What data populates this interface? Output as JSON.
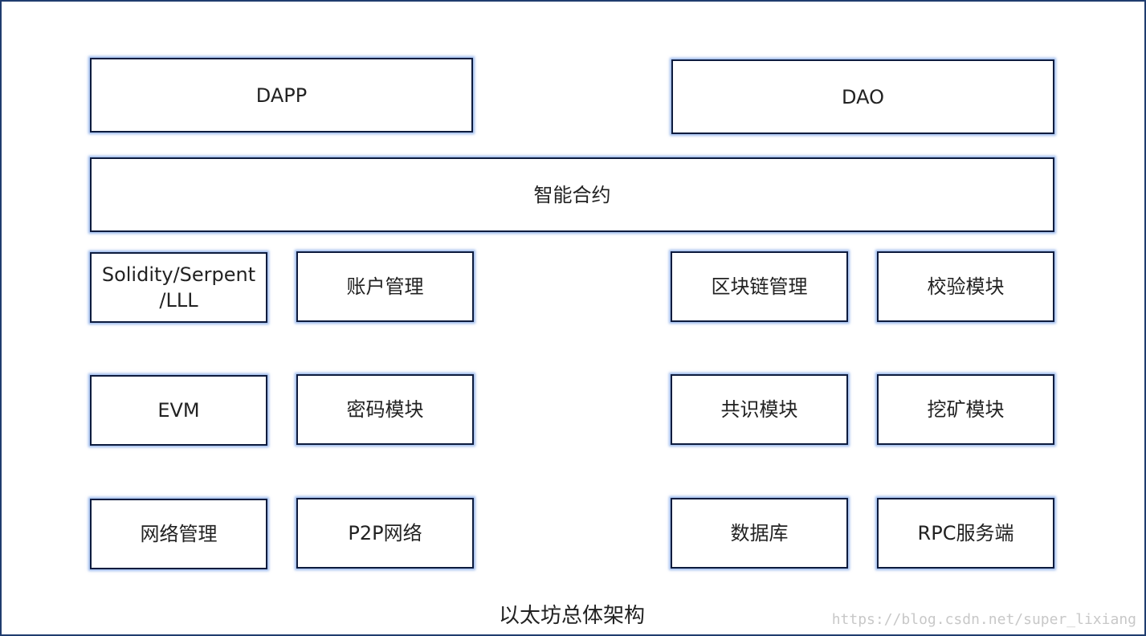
{
  "diagram": {
    "top_left": "DAPP",
    "top_right": "DAO",
    "smart_contract": "智能合约",
    "solidity_line1": "Solidity/Serpent",
    "solidity_line2": "/LLL",
    "account": "账户管理",
    "blockchain": "区块链管理",
    "verify": "校验模块",
    "evm": "EVM",
    "crypto": "密码模块",
    "consensus": "共识模块",
    "mining": "挖矿模块",
    "network": "网络管理",
    "p2p": "P2P网络",
    "database": "数据库",
    "rpc": "RPC服务端",
    "caption": "以太坊总体架构"
  },
  "watermark": "https://blog.csdn.net/super_lixiang",
  "colors": {
    "border": "#0d1b3e",
    "glow": "#78a0e6",
    "frame": "#1f3c6e"
  }
}
